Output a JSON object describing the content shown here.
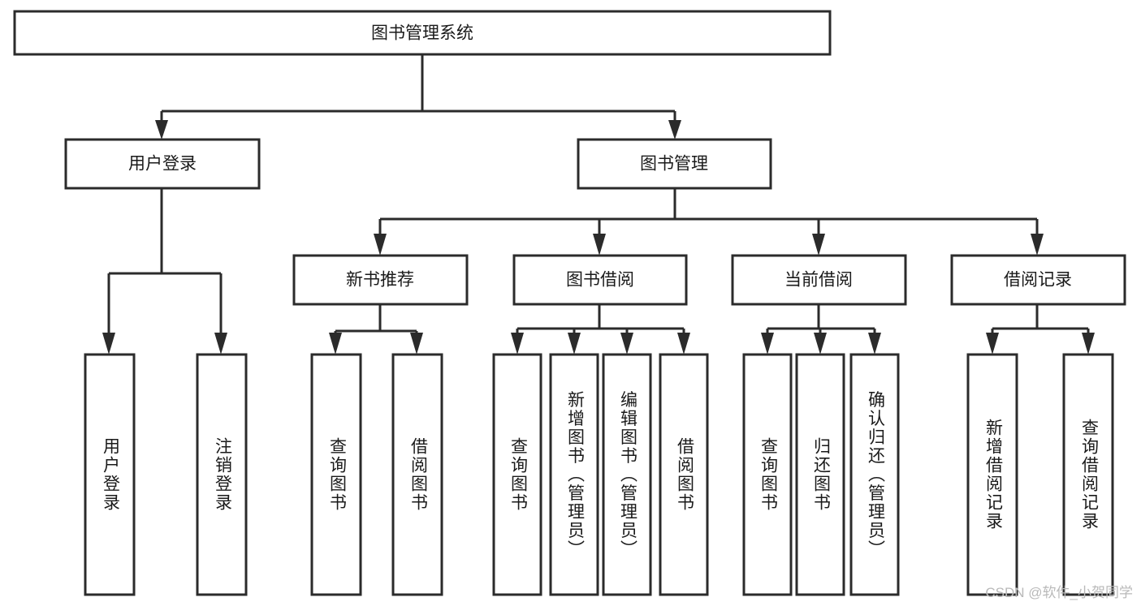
{
  "diagram": {
    "title": "图书管理系统",
    "type": "tree-hierarchy-chart",
    "root": {
      "id": "root",
      "label": "图书管理系统",
      "orientation": "horizontal"
    },
    "level2": [
      {
        "id": "user-login",
        "label": "用户登录",
        "orientation": "horizontal"
      },
      {
        "id": "book-management",
        "label": "图书管理",
        "orientation": "horizontal"
      }
    ],
    "level3": [
      {
        "id": "new-book-recommend",
        "label": "新书推荐",
        "parent": "book-management",
        "orientation": "horizontal"
      },
      {
        "id": "book-borrow",
        "label": "图书借阅",
        "parent": "book-management",
        "orientation": "horizontal"
      },
      {
        "id": "current-borrow",
        "label": "当前借阅",
        "parent": "book-management",
        "orientation": "horizontal"
      },
      {
        "id": "borrow-record",
        "label": "借阅记录",
        "parent": "book-management",
        "orientation": "horizontal"
      }
    ],
    "leaves": [
      {
        "id": "leaf-user-login",
        "label": "用户登录",
        "parent": "user-login",
        "orientation": "vertical"
      },
      {
        "id": "leaf-user-logout",
        "label": "注销登录",
        "parent": "user-login",
        "orientation": "vertical"
      },
      {
        "id": "leaf-query-book-1",
        "label": "查询图书",
        "parent": "new-book-recommend",
        "orientation": "vertical"
      },
      {
        "id": "leaf-borrow-book-1",
        "label": "借阅图书",
        "parent": "new-book-recommend",
        "orientation": "vertical"
      },
      {
        "id": "leaf-query-book-2",
        "label": "查询图书",
        "parent": "book-borrow",
        "orientation": "vertical"
      },
      {
        "id": "leaf-add-book",
        "label": "新增图书（管理员）",
        "parent": "book-borrow",
        "orientation": "vertical"
      },
      {
        "id": "leaf-edit-book",
        "label": "编辑图书（管理员）",
        "parent": "book-borrow",
        "orientation": "vertical"
      },
      {
        "id": "leaf-borrow-book-2",
        "label": "借阅图书",
        "parent": "book-borrow",
        "orientation": "vertical"
      },
      {
        "id": "leaf-query-book-3",
        "label": "查询图书",
        "parent": "current-borrow",
        "orientation": "vertical"
      },
      {
        "id": "leaf-return-book",
        "label": "归还图书",
        "parent": "current-borrow",
        "orientation": "vertical"
      },
      {
        "id": "leaf-confirm-return",
        "label": "确认归还（管理员）",
        "parent": "current-borrow",
        "orientation": "vertical"
      },
      {
        "id": "leaf-add-record",
        "label": "新增借阅记录",
        "parent": "borrow-record",
        "orientation": "vertical"
      },
      {
        "id": "leaf-query-record",
        "label": "查询借阅记录",
        "parent": "borrow-record",
        "orientation": "vertical"
      }
    ],
    "watermark": "CSDN @软件_小贺同学",
    "colors": {
      "box_stroke": "#2b2b2b",
      "box_fill": "#ffffff",
      "connector": "#2b2b2b",
      "text": "#1a1a1a",
      "watermark": "#b9b9b9",
      "background": "#ffffff"
    }
  }
}
